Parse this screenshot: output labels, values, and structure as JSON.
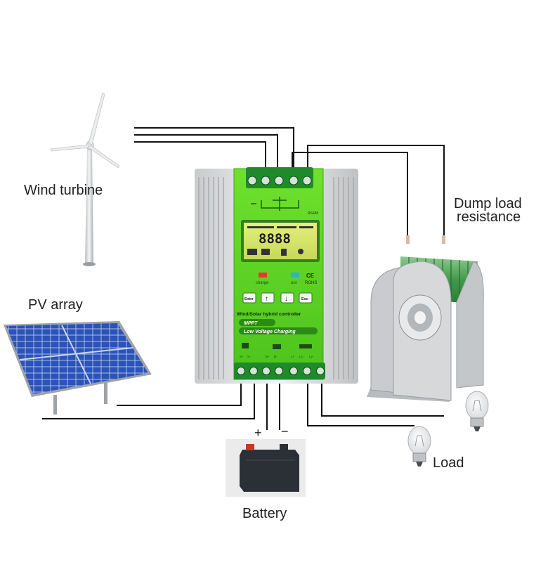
{
  "labels": {
    "wind_turbine": "Wind turbine",
    "pv_array": "PV array",
    "dump_load_line1": "Dump load",
    "dump_load_line2": "resistance",
    "battery": "Battery",
    "load": "Load",
    "plus": "+",
    "minus": "−"
  },
  "controller": {
    "title": "Wind/Solar hybrid controller",
    "badge_mppt": "MPPT",
    "badge_lvc": "Low Voltage Charging",
    "lcd_digits": "8888",
    "rs485": "RS485",
    "led_charge": "charge",
    "led_out": "out",
    "cert_ce": "CE",
    "cert_rohs": "ROHS",
    "buttons": [
      "Enter",
      "↑",
      "↓",
      "Esc"
    ],
    "terminal_labels": [
      "S+",
      "S-",
      "B+",
      "B-",
      "L+",
      "L1-",
      "L2-"
    ]
  },
  "colors": {
    "panel_green": "#5fd626",
    "panel_green_dark": "#2e9a12",
    "lcd_yellow": "#d9e86a",
    "terminal_green": "#1f8a2a",
    "aluminum": "#d4d6d8",
    "solar_blue": "#2a4fb0",
    "wire": "#111111"
  }
}
